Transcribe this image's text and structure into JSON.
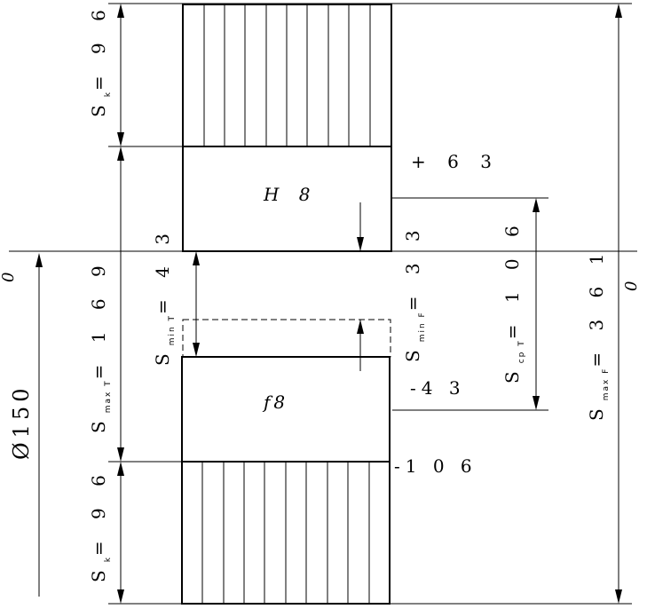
{
  "zero_label_left": "0",
  "zero_label_right": "0",
  "diameter_label": "Ø150",
  "hole": {
    "field": "H 8",
    "upper_dev": "+ 6 3"
  },
  "shaft": {
    "field": "f8",
    "upper_dev": "-4 3",
    "lower_dev": "-1 0 6"
  },
  "dims": {
    "sk_top": {
      "s": "S",
      "sub": "k",
      "val": "= 9 6"
    },
    "sk_bottom": {
      "s": "S",
      "sub": "k",
      "val": "= 9 6"
    },
    "smax_t": {
      "s": "S",
      "sub": "max T",
      "val": "= 1 6 9"
    },
    "smin_t": {
      "s": "S",
      "sub": "min T",
      "val": "= 4 3"
    },
    "smin_f": {
      "s": "S",
      "sub": "min F",
      "val": "= 3 3"
    },
    "scp_t": {
      "s": "S",
      "sub": "cp T",
      "val": "= 1 0 6"
    },
    "smax_f": {
      "s": "S",
      "sub": "max F",
      "val": "= 3 6 1"
    }
  }
}
